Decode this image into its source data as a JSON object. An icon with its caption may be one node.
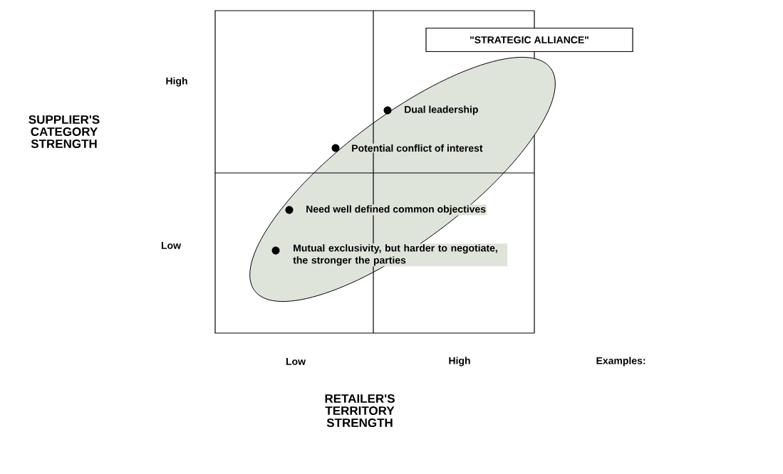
{
  "diagram": {
    "nodes": [
      {
        "text": [
          "Dual leadership",
          "Potential conflict of interest",
          "Need well defined common objectives",
          "Mutual exclusivity, but harder to negotiate, the stronger the parties"
        ]
      },
      {
        "text": [
          "\"STRATEGIC ALLIANCE\""
        ]
      }
    ],
    "edges": [],
    "labels": [
      "High",
      "SUPPLIER'S CATEGORY STRENGTH",
      "Low",
      "Low",
      "High",
      "RETAILER'S TERRITORY STRENGTH",
      "Examples:"
    ]
  }
}
